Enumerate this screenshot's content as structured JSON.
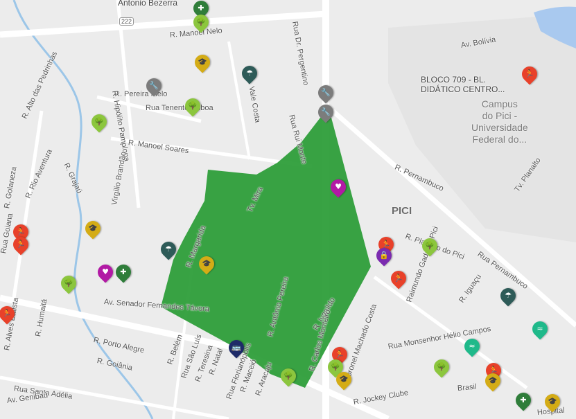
{
  "map": {
    "places": [
      {
        "name": "Campus do Pici - Universidade Federal do...",
        "lines": [
          "Campus",
          "do Pici -",
          "Universidade",
          "Federal do..."
        ]
      },
      {
        "name": "PICI"
      }
    ],
    "poi": {
      "lines": [
        "BLOCO 709 - BL.",
        "DIDÁTICO CENTRO..."
      ]
    },
    "top_label": "Antonio Bezerra",
    "road_shield": "222",
    "streets": [
      "R. Manoel Nelo",
      "Rua Dr. Pergentino",
      "R. Pereira Melo",
      "Rua Tenente Lisboa",
      "R. Manoel Soares",
      "R. Vale Costa",
      "Rua Rui Monte",
      "R. Hipólito Pamplona",
      "R. Grajaú",
      "R. Alto das Pedrinhas",
      "R. Rio Aventura",
      "R. Golaneza",
      "Rua Goiana",
      "Virgílio Brandão",
      "Av. Senador Fernandes Távora",
      "R. Porto Alegre",
      "R. Goiânia",
      "R. Alves Batista",
      "R. Humaitá",
      "Rua Santa Adélia",
      "Av. Genibaú",
      "R. Belém",
      "Rua São Luís",
      "R. Teresina",
      "R. Natal",
      "Rua Florianópolis",
      "R. Maceió",
      "R. Aracaju",
      "R. Margarida",
      "Tv. Mira",
      "R. Antônio Pereira",
      "R. Ivanildo",
      "R. Carlos Monteiro",
      "Coronel Machado Costa",
      "Rua Monsenhor Hélio Campos",
      "Raimundo Gadelha Pici",
      "R. Planalto do Pici",
      "R. Pernambuco",
      "R. Iguaçu",
      "R. Jockey Clube",
      "Av. Bolívia",
      "Tv. Planalto",
      "Rua Pernambuco",
      "Hospital",
      "Brasil"
    ],
    "colors": {
      "area_fill": "#2e9e3a",
      "land": "#ececec",
      "road": "#ffffff",
      "water_line": "#9cc6e8",
      "lake": "#a9c9ef",
      "campus": "#e4e4e4",
      "marker_red": "#e8412a",
      "marker_yellow": "#d4ac16",
      "marker_lightgreen": "#8cc63e",
      "marker_darkgreen": "#2f7d3a",
      "marker_teal": "#2e5b58",
      "marker_gray": "#7c7c7c",
      "marker_magenta": "#b21aa5",
      "marker_purple": "#7b2bb0",
      "marker_navy": "#1e2a68",
      "marker_mint": "#1fb98a"
    },
    "markers": [
      {
        "icon": "person-running-icon",
        "color": "marker_red"
      },
      {
        "icon": "graduation-cap-icon",
        "color": "marker_yellow"
      },
      {
        "icon": "tree-icon",
        "color": "marker_lightgreen"
      },
      {
        "icon": "hospital-icon",
        "color": "marker_darkgreen"
      },
      {
        "icon": "umbrella-icon",
        "color": "marker_teal"
      },
      {
        "icon": "wrench-icon",
        "color": "marker_gray"
      },
      {
        "icon": "heart-icon",
        "color": "marker_magenta"
      },
      {
        "icon": "lock-icon",
        "color": "marker_purple"
      },
      {
        "icon": "bus-icon",
        "color": "marker_navy"
      },
      {
        "icon": "wifi-icon",
        "color": "marker_mint"
      }
    ]
  }
}
